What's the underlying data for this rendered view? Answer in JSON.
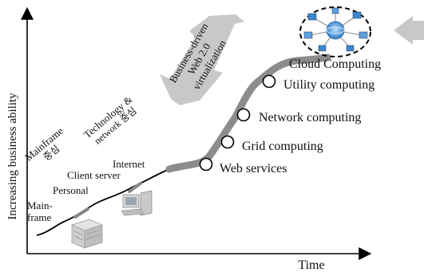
{
  "axes": {
    "y_label": "Increasing business ability",
    "x_label": "Time"
  },
  "eras": [
    {
      "id": "mainframe",
      "line1": "Main-",
      "line2": "frame"
    },
    {
      "id": "personal",
      "text": "Personal"
    },
    {
      "id": "client-server",
      "text": "Client server"
    },
    {
      "id": "internet",
      "text": "Internet"
    }
  ],
  "focus_labels": {
    "mainframe_focus": {
      "line1": "Mainframe",
      "line2": "중심"
    },
    "technology_focus": {
      "line1": "Technology &",
      "line2": "network 중심"
    }
  },
  "arrow_label": {
    "line1": "Business-driven",
    "line2": "Web 2.0",
    "line3": "virtualization"
  },
  "milestones": [
    {
      "label": "Web services"
    },
    {
      "label": "Grid computing"
    },
    {
      "label": "Network computing"
    },
    {
      "label": "Utility computing"
    },
    {
      "label": "Cloud Computing"
    }
  ],
  "colors": {
    "curve": "#8c8c8c",
    "arrow": "#c8c8c8",
    "axis": "#000000",
    "cloud_blue": "#3a86d0"
  },
  "icons": [
    "server-rack-icon",
    "desktop-computer-icon",
    "cloud-network-icon"
  ]
}
